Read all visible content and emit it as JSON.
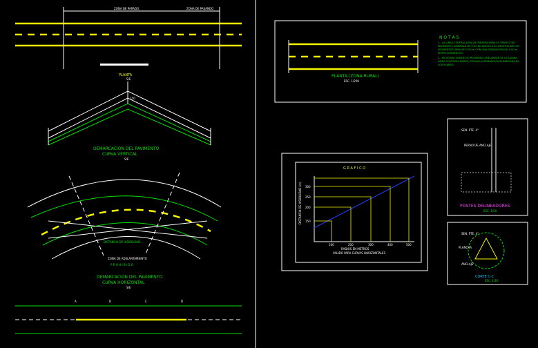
{
  "left_sheet": {
    "top_plan": {
      "label_zone_a": "ZONA DE PARADO",
      "label_zone_b": "ZONA DE PASANDO",
      "title": "PLANTA",
      "scale": "S/E"
    },
    "vertical_curve": {
      "title_line1": "DEMARCACION DEL PAVIMENTO",
      "title_line2": "CURVA VERTICAL",
      "scale": "S/E",
      "dimension": "150"
    },
    "horizontal_curve": {
      "label_visibility": "DISTANCIA DE VISIBILIDAD",
      "label_zone": "ZONA DE ADELANTAMIENTO",
      "label_prohibited": "P R O H I B I D O",
      "title_line1": "DEMARCACION DEL PAVIMENTO",
      "title_line2": "CURVA HORIZONTAL",
      "scale": "S/E"
    },
    "bottom_plan": {
      "markers": [
        "A",
        "B",
        "C",
        "D"
      ]
    }
  },
  "right_sheet": {
    "rural_plan": {
      "title": "PLANTA (ZONA RURAL)",
      "scale": "ESC. 1/200"
    },
    "notes": {
      "title": "N O T A S",
      "items": [
        "1.- LA LINEA CENTRAL SERA DE PINTURA PARA EL TRAFICO DE PAVIMENTO, AMARILLA DE 0.10 DE ANCHO. LA LONGITUD DE LOS SEGMENTOS SERA DE 3.00 m CON UNA SEPARACION DE 5.00 m ENTRE SEGMENTOS.",
        "2.- EN ZONAS DONDE ES PROHIBIDO ADELANTAR SE UTILIZARA LINEA CONTINUA DOBLE, SEGUN LA DEMARCACION INDICADA EN LOS PLANOS."
      ]
    },
    "graph": {
      "title": "G R A F I C O",
      "y_label": "DISTANCIA DE VISIBILIDAD (m)",
      "x_label_line1": "RADIOS EN METROS",
      "x_label_line2": "VALIDO PARA CURVAS HORIZONTALES",
      "y_ticks": [
        "300",
        "250",
        "200",
        "150"
      ],
      "x_ticks": [
        "100",
        "200",
        "300",
        "400",
        "500"
      ]
    },
    "post_detail": {
      "label_top": "SEN. PTE. 4\"",
      "label_mid": "PERNO DE ANCLAJE",
      "title": "POSTES DELINEADORES",
      "scale": "ESC. 1/20"
    },
    "section_detail": {
      "label_1": "SEN. PTE. 4\"",
      "label_2": "PLANCHA",
      "label_3": "ANCLAJE",
      "title": "CORTE C-C",
      "scale": "ESC. 1/20"
    }
  }
}
